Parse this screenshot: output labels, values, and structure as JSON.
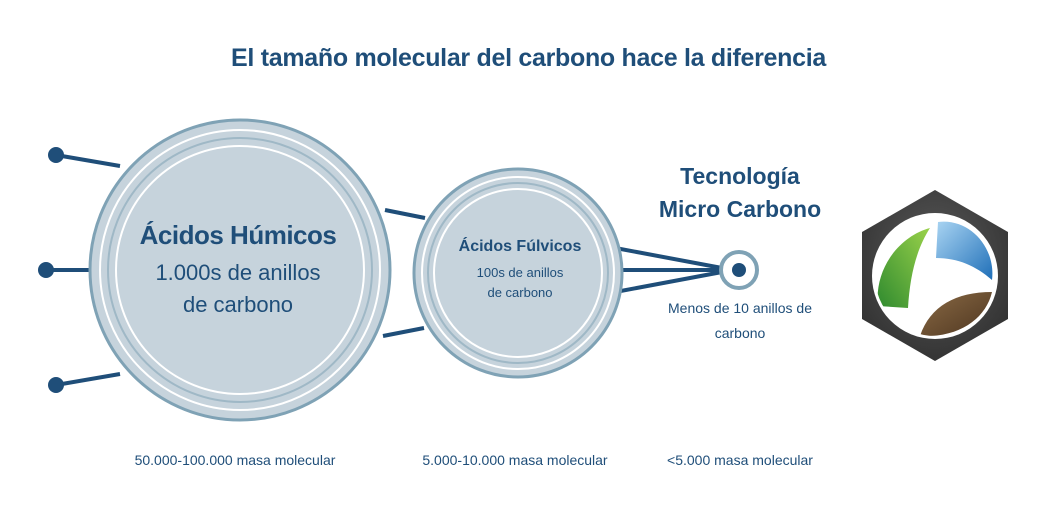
{
  "title": "El tamaño molecular del carbono hace la diferencia",
  "humic": {
    "title": "Ácidos Húmicos",
    "desc_line1": "1.000s de anillos",
    "desc_line2": "de carbono",
    "mass": "50.000-100.000 masa molecular"
  },
  "fulvic": {
    "title": "Ácidos Fúlvicos",
    "desc_line1": "100s de anillos",
    "desc_line2": "de carbono",
    "mass": "5.000-10.000 masa molecular"
  },
  "micro": {
    "title_line1": "Tecnología",
    "title_line2": "Micro Carbono",
    "desc_line1": "Menos de 10 anillos de",
    "desc_line2": "carbono",
    "mass": "<5.000 masa molecular"
  },
  "colors": {
    "primary": "#1f4e79",
    "circle_fill": "#c6d3dc",
    "circle_ring": "#7fa2b5",
    "logo_bg": "#3e3e3e"
  },
  "icons": {
    "logo": "leaf-water-soil-emblem-icon"
  }
}
